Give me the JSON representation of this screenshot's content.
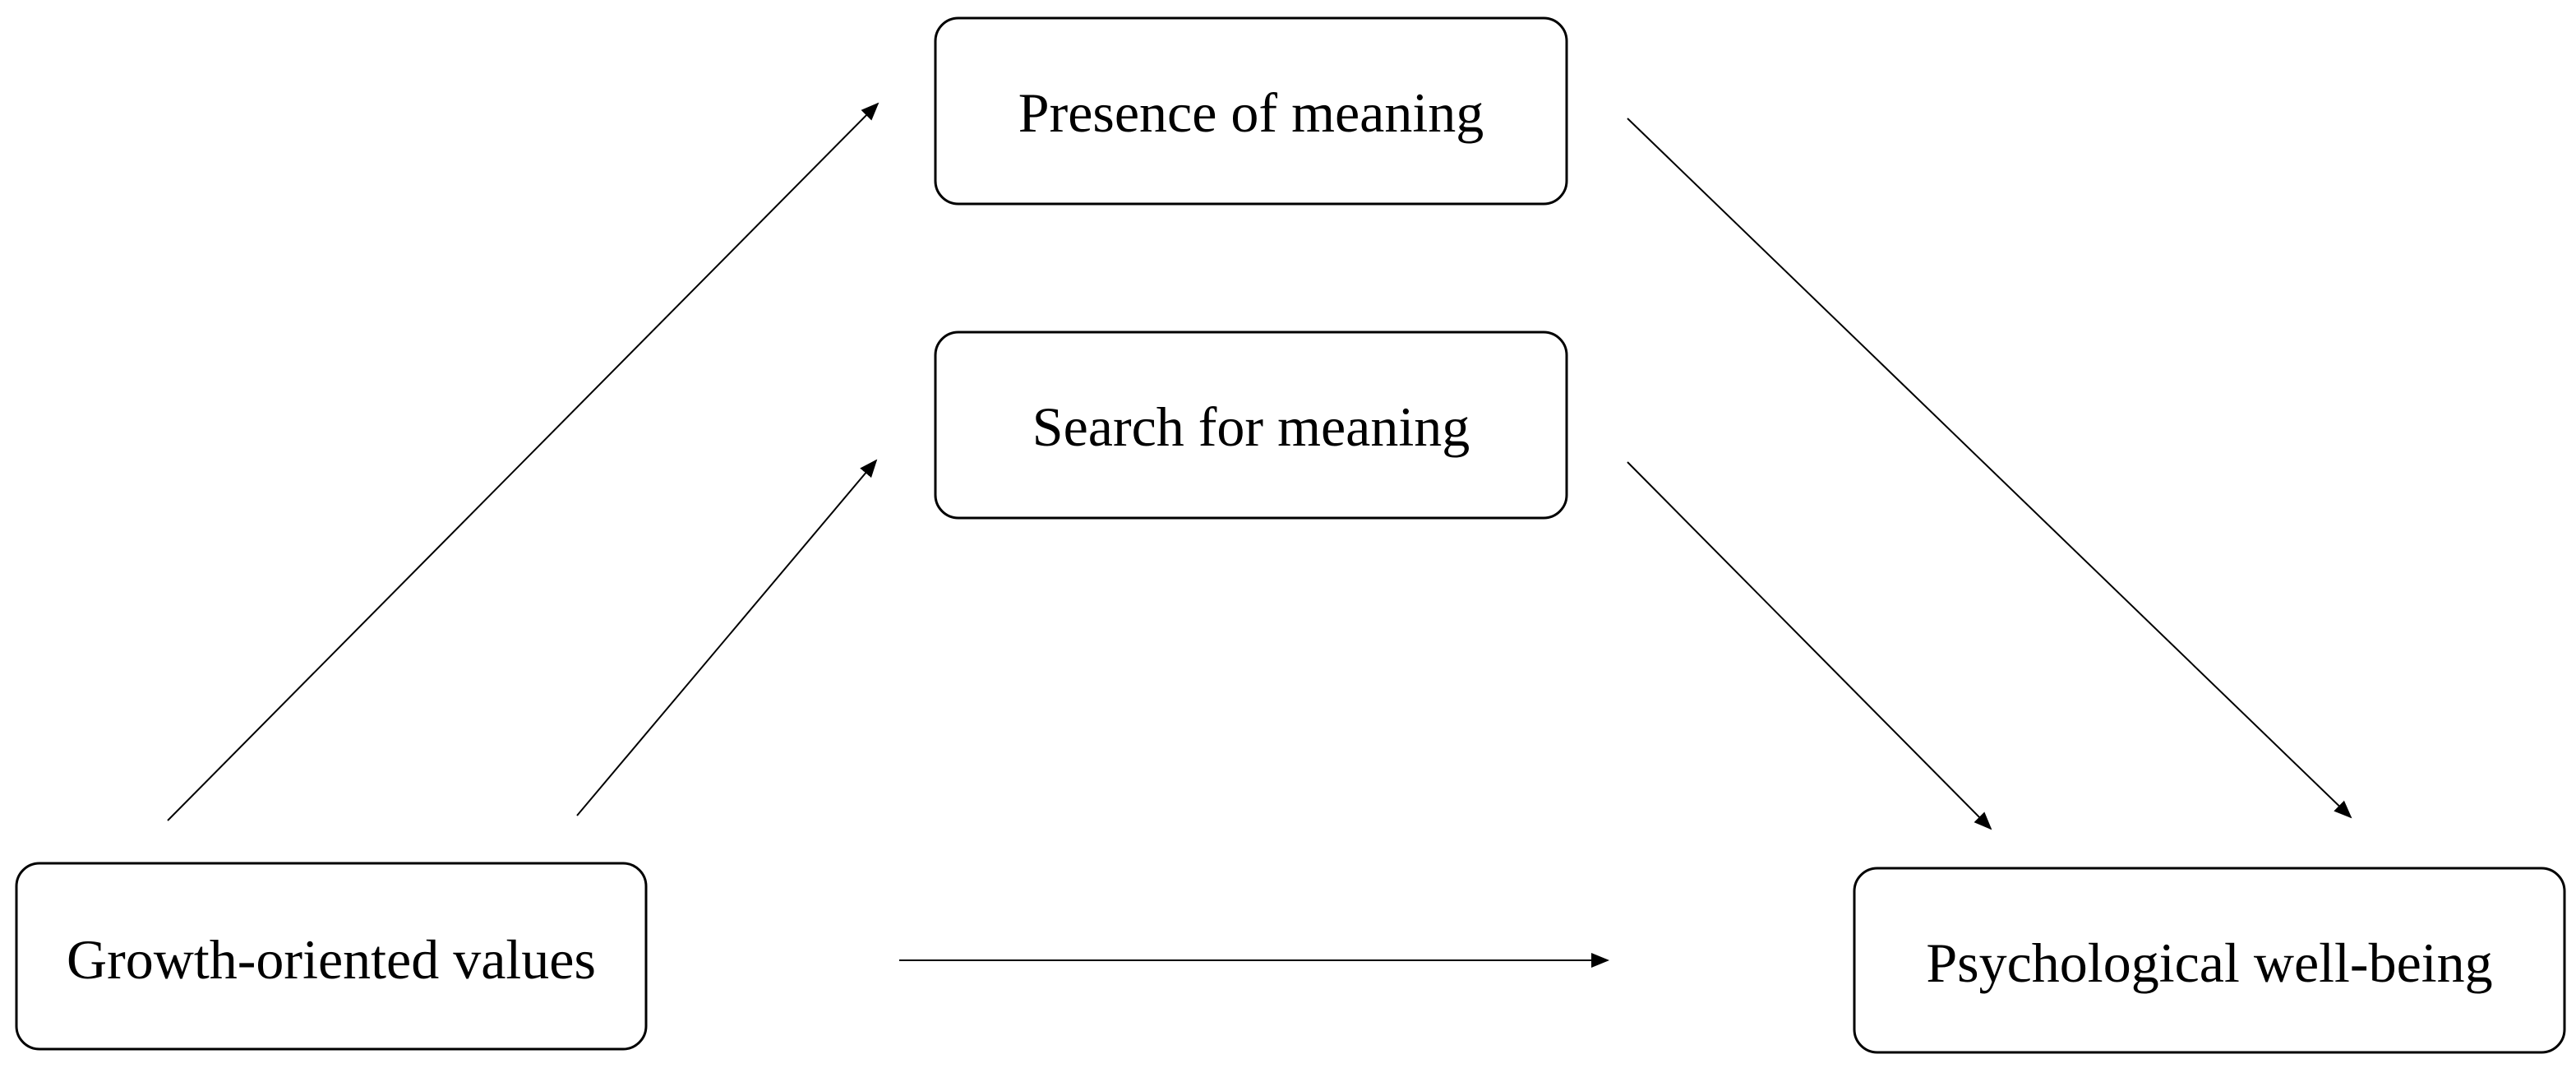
{
  "diagram": {
    "nodes": {
      "presence": {
        "label": "Presence of meaning"
      },
      "search": {
        "label": "Search for meaning"
      },
      "growth": {
        "label": "Growth-oriented values"
      },
      "wellbeing": {
        "label": "Psychological well-being"
      }
    },
    "edges": [
      {
        "from": "growth",
        "to": "presence"
      },
      {
        "from": "growth",
        "to": "search"
      },
      {
        "from": "presence",
        "to": "wellbeing"
      },
      {
        "from": "search",
        "to": "wellbeing"
      },
      {
        "from": "growth",
        "to": "wellbeing"
      }
    ],
    "colors": {
      "line": "#000000",
      "box_fill": "#ffffff",
      "text": "#000000"
    }
  }
}
